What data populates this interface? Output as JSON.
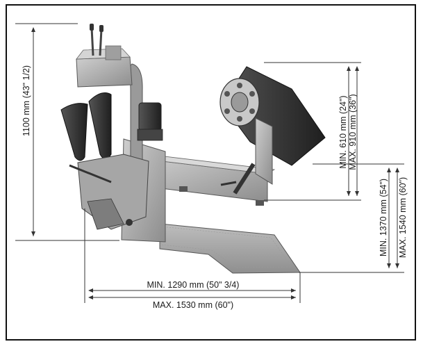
{
  "dimensions": {
    "overall_height": "1100 mm (43\" 1/2)",
    "column_min": "MIN. 610 mm (24\")",
    "column_max": "MAX. 910 mm (36\")",
    "base_min": "MIN. 1370 mm (54\")",
    "base_max": "MAX. 1540 mm (60\")",
    "width_min": "MIN. 1290 mm (50\" 3/4)",
    "width_max": "MAX. 1530 mm (60\")"
  },
  "colors": {
    "frame": "#111111",
    "machine_dark": "#3a3a3a",
    "machine_mid": "#8a8a8a",
    "machine_light": "#b9b9b9",
    "dim_line": "#333333"
  }
}
